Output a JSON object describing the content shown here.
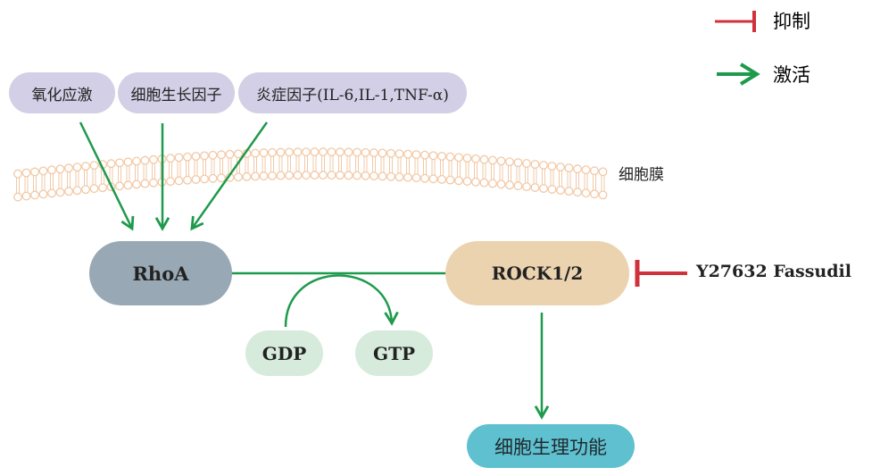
{
  "legend": {
    "inhibit": {
      "label": "抑制",
      "color": "#d0323b"
    },
    "activate": {
      "label": "激活",
      "color": "#1e9a4c"
    }
  },
  "stimuli": [
    {
      "label": "氧化应激"
    },
    {
      "label": "细胞生长因子"
    },
    {
      "label": "炎症因子(IL-6,IL-1,TNF-α)"
    }
  ],
  "membrane": {
    "label": "细胞膜",
    "color": "#f2c9a6"
  },
  "nodes": {
    "rhoa": {
      "label": "RhoA",
      "color": "#98a8b4"
    },
    "rock": {
      "label": "ROCK1/2",
      "color": "#ecd3b0"
    },
    "gdp": {
      "label": "GDP",
      "color": "#d6ebdc"
    },
    "gtp": {
      "label": "GTP",
      "color": "#d6ebdc"
    },
    "function": {
      "label": "细胞生理功能",
      "color": "#5fc0cf"
    }
  },
  "inhibitor": {
    "label": "Y27632 Fassudil"
  }
}
